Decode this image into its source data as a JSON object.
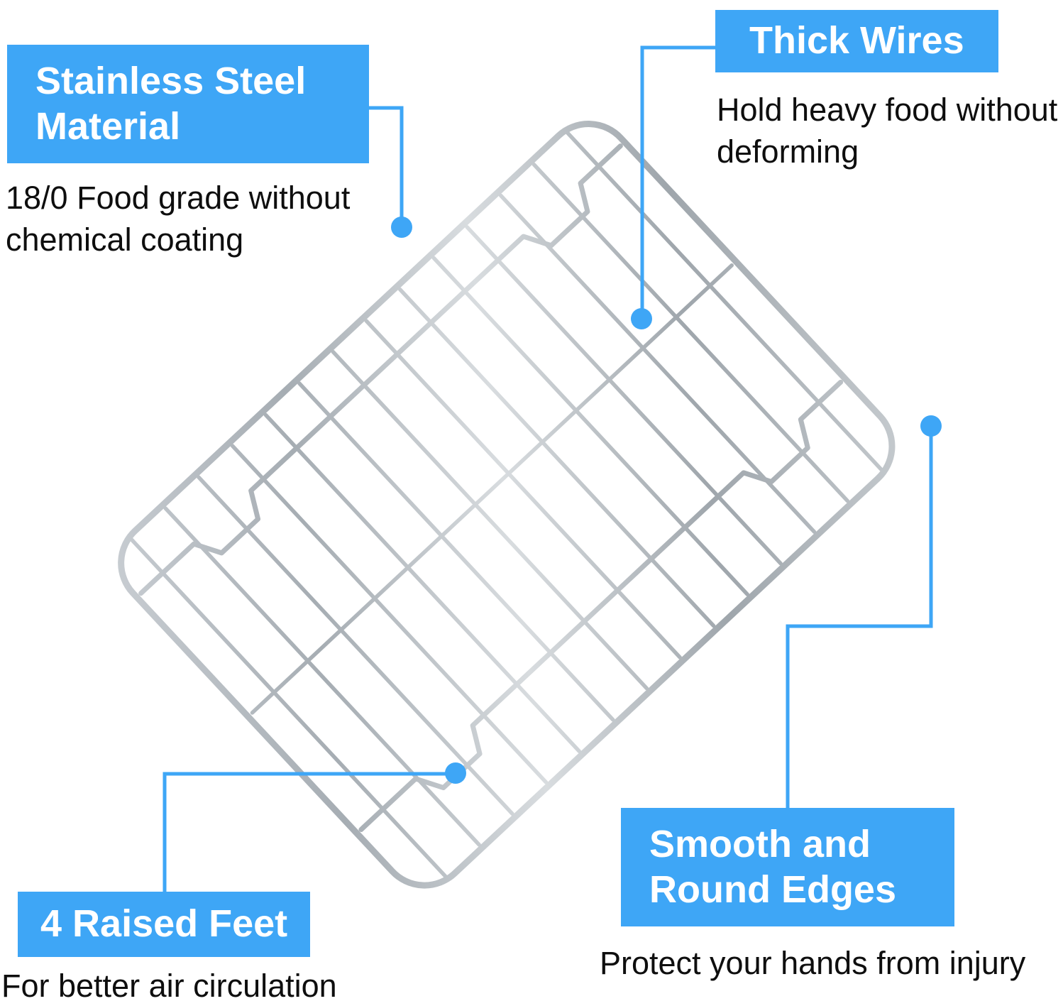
{
  "colors": {
    "accent": "#3ea6f6",
    "title_text": "#ffffff",
    "body_text": "#0e0e0e",
    "metal_light": "#d8dcdf",
    "metal_dark": "#9fa6ac"
  },
  "annotations": {
    "material": {
      "title": "Stainless Steel Material",
      "body": "18/0 Food grade without chemical coating"
    },
    "wires": {
      "title": "Thick Wires",
      "body": "Hold heavy food without deforming"
    },
    "feet": {
      "title": "4 Raised Feet",
      "body": "For better air circulation"
    },
    "edges": {
      "title": "Smooth and Round Edges",
      "body": "Protect your hands from injury"
    }
  }
}
